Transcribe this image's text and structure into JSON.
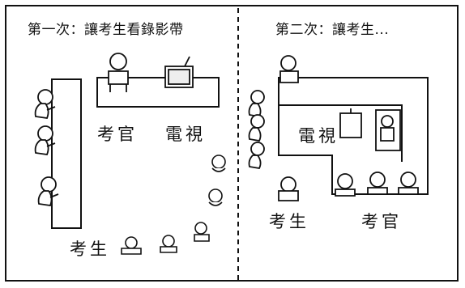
{
  "panels": [
    {
      "title": "第一次：讓考生看錄影帶",
      "labels": {
        "examiner": "考官",
        "tv": "電視",
        "examinee": "考生"
      }
    },
    {
      "title": "第二次：讓考生...",
      "labels": {
        "tv": "電視",
        "examinee": "考生",
        "examiner": "考官"
      }
    }
  ]
}
